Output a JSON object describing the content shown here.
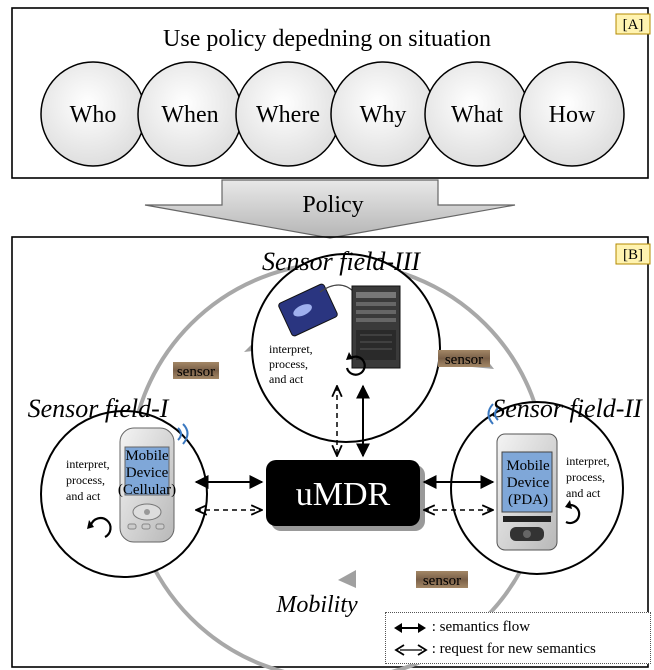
{
  "section_a": {
    "tag": "[A]",
    "title": "Use policy depedning on situation",
    "circles": [
      "Who",
      "When",
      "Where",
      "Why",
      "What",
      "How"
    ]
  },
  "policy_arrow": {
    "label": "Policy"
  },
  "section_b": {
    "tag": "[B]",
    "center": {
      "label": "uMDR"
    },
    "sensor_fields": [
      {
        "title": "Sensor field-I",
        "device": [
          "Mobile",
          "Device",
          "(Cellular)"
        ],
        "action": [
          "interpret,",
          "process,",
          "and act"
        ]
      },
      {
        "title": "Sensor field-II",
        "device": [
          "Mobile",
          "Device",
          "(PDA)"
        ],
        "action": [
          "interpret,",
          "process,",
          "and act"
        ]
      },
      {
        "title": "Sensor field-III",
        "action": [
          "interpret,",
          "process,",
          "and act"
        ]
      }
    ],
    "sensor_tag": "sensor",
    "mobility_label": "Mobility"
  },
  "legend": {
    "semantics_flow": {
      "symbol": "↔",
      "text": ": semantics flow"
    },
    "request": {
      "symbol": "<>",
      "text": ": request for new semantics"
    }
  },
  "colors": {
    "circle_fill": "#e8e8e8",
    "box_dark": "#000000",
    "sensor_tag_bg": "#8a7056",
    "gray_arrow": "#9a9a9a",
    "screen_blue": "#7fa7d8"
  }
}
